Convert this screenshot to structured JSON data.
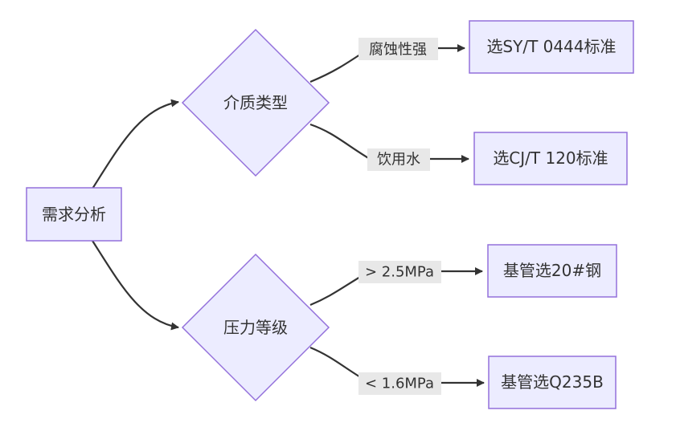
{
  "nodes": {
    "root": "需求分析",
    "medium": "介质类型",
    "pressure": "压力等级",
    "sy": "选SY/T 0444标准",
    "cj": "选CJ/T 120标准",
    "steel20": "基管选20#钢",
    "q235b": "基管选Q235B"
  },
  "edges": {
    "corrosive": "腐蚀性强",
    "drinking": "饮用水",
    "high_pressure": "> 2.5MPa",
    "low_pressure": "< 1.6MPa"
  },
  "colors": {
    "node_fill": "#ECECFF",
    "node_stroke": "#9370DB",
    "edge": "#333333",
    "label_bg": "#e8e8e8"
  }
}
